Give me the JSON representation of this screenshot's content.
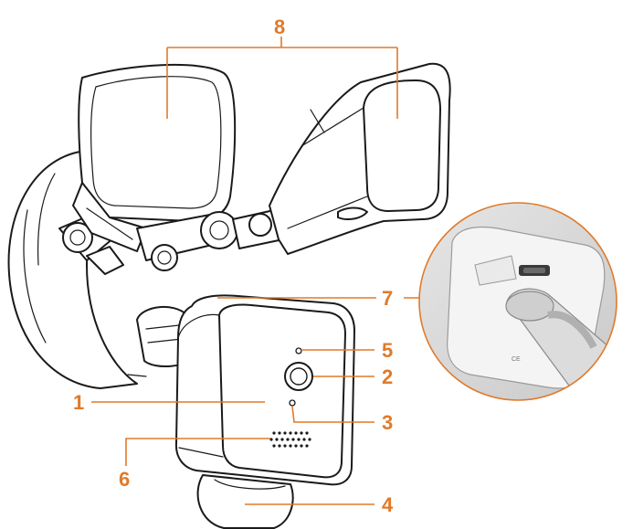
{
  "callouts": {
    "c1": "1",
    "c2": "2",
    "c3": "3",
    "c4": "4",
    "c5": "5",
    "c6": "6",
    "c7": "7",
    "c8": "8"
  },
  "colors": {
    "callout": "#e07a2a",
    "line_art": "#1a1a1a",
    "photo_inset_bg": "#d8d8d8"
  }
}
